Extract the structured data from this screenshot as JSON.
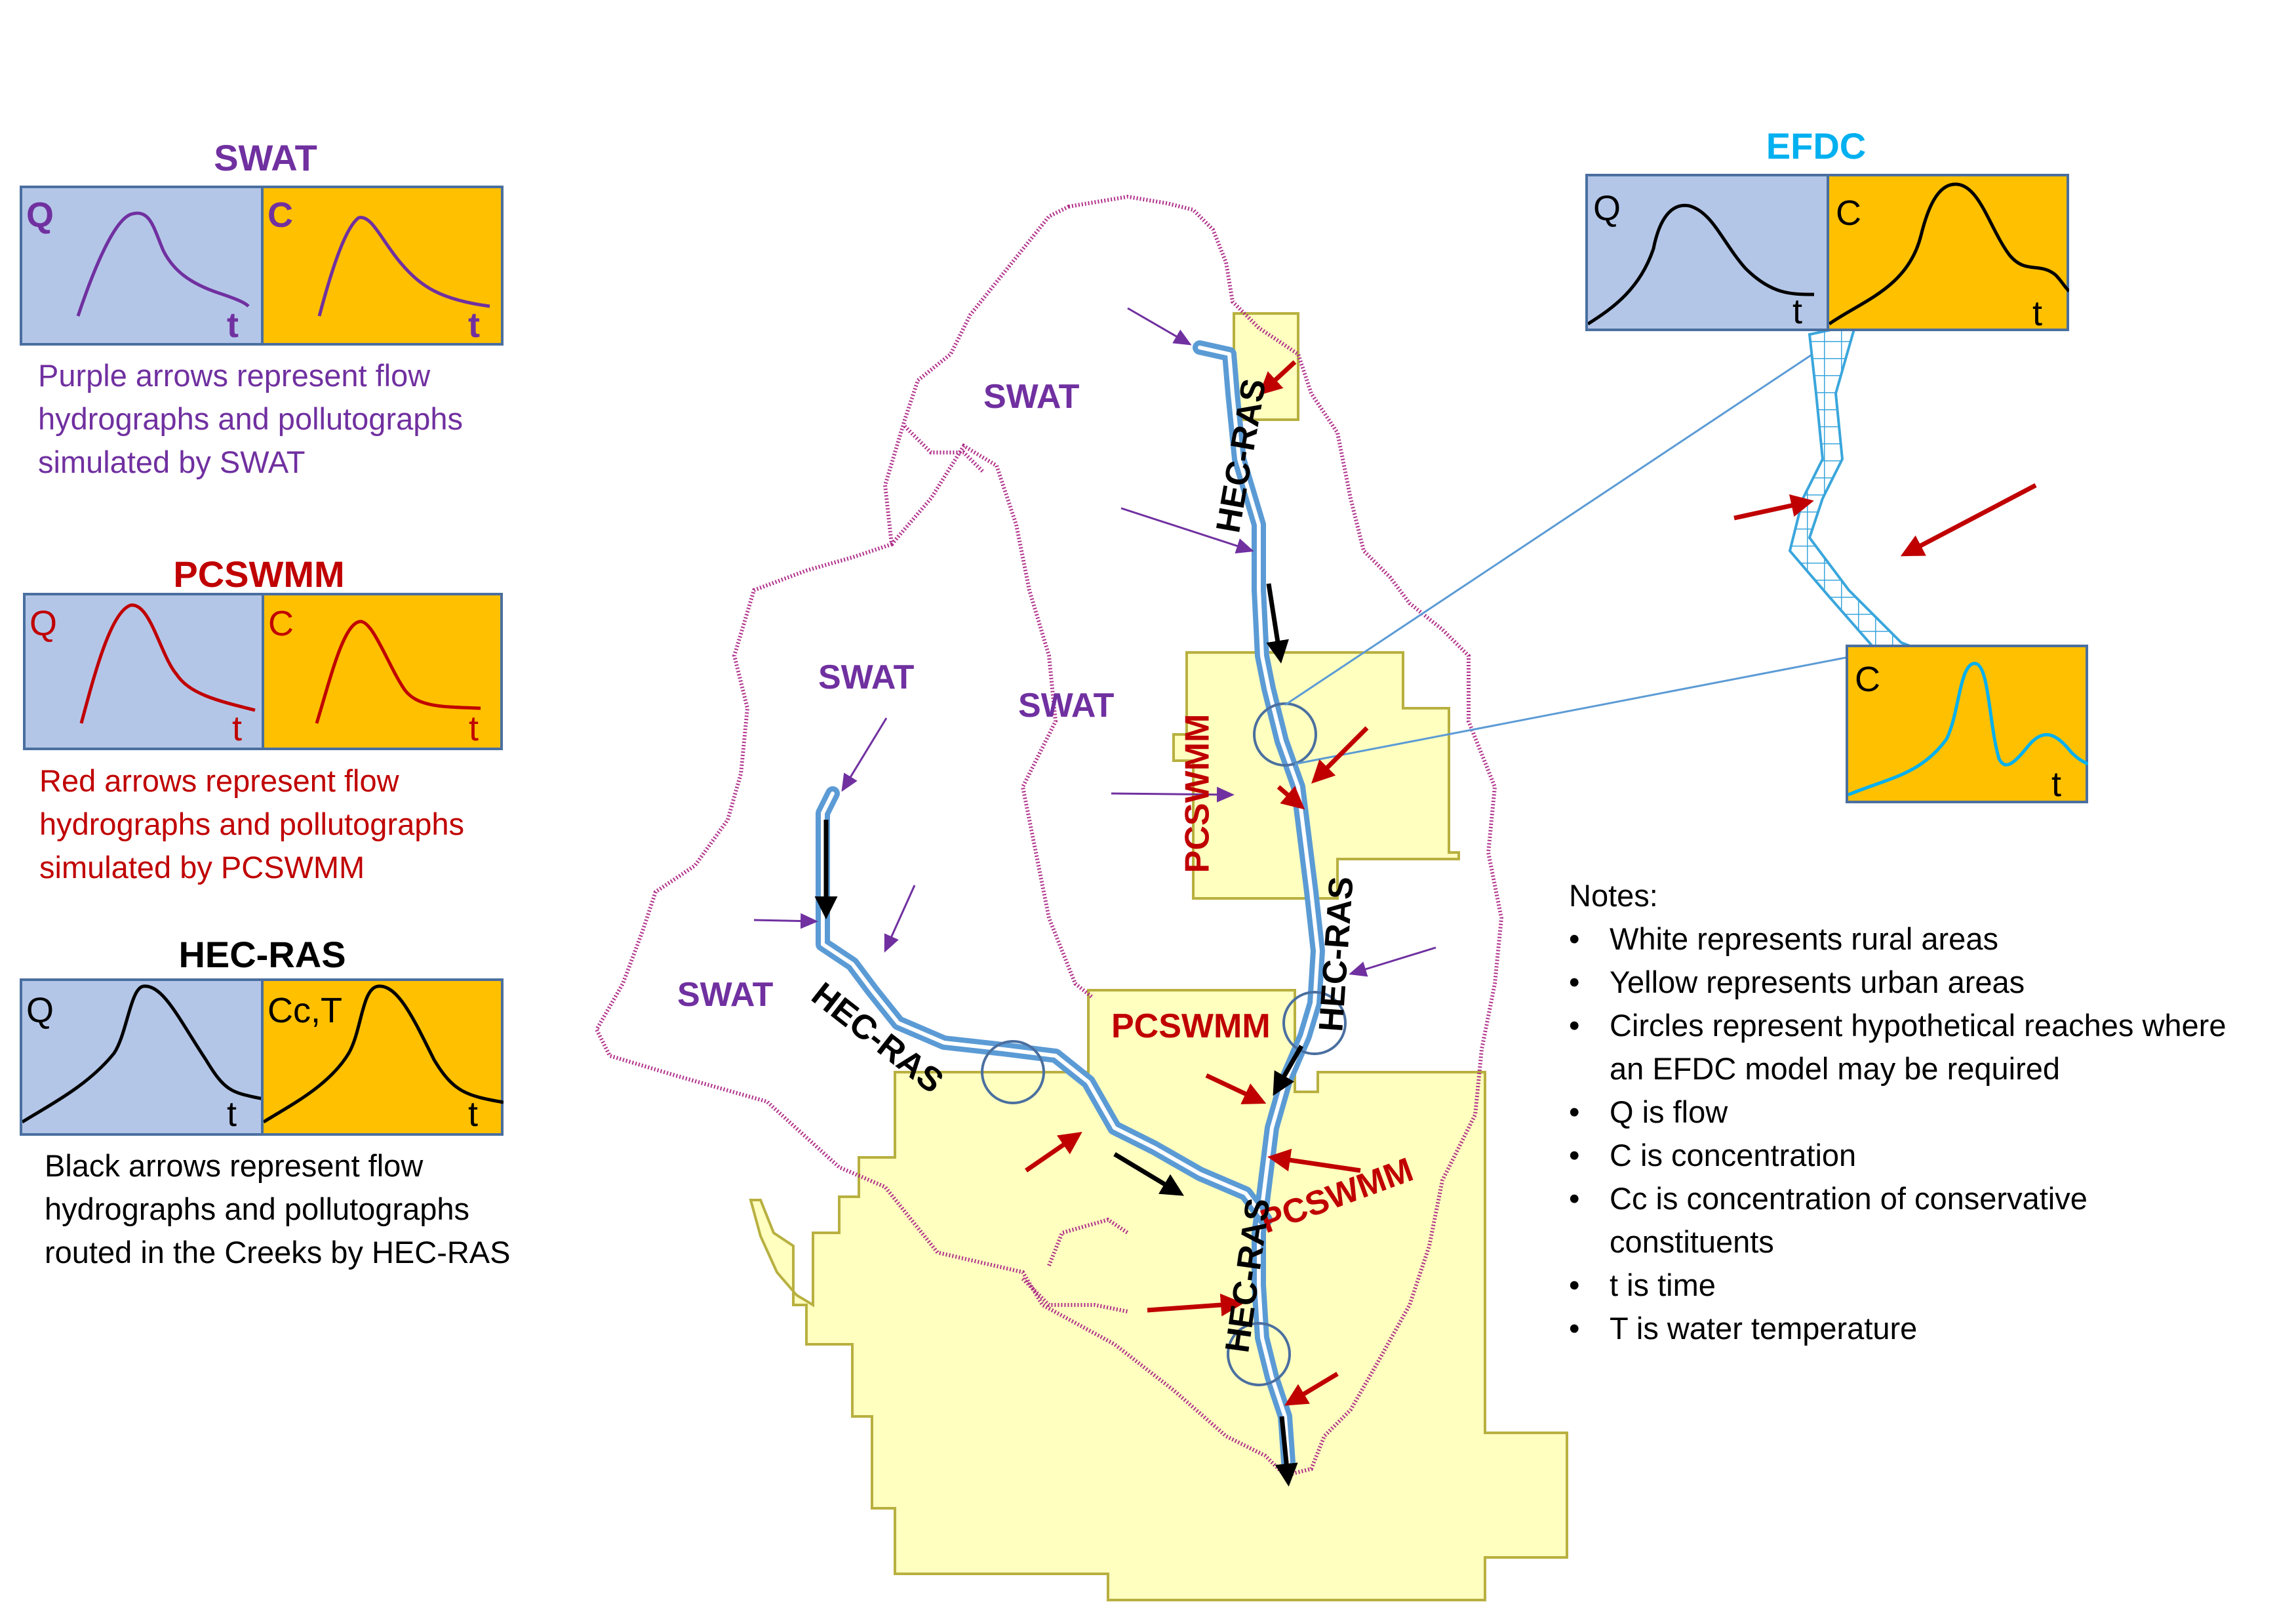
{
  "legend": {
    "swat": {
      "title": "SWAT",
      "q_label": "Q",
      "c_label": "C",
      "t_label": "t",
      "caption_lines": [
        "Purple arrows represent flow",
        "hydrographs and pollutographs",
        "simulated by SWAT"
      ]
    },
    "pcswmm": {
      "title": "PCSWMM",
      "q_label": "Q",
      "c_label": "C",
      "t_label": "t",
      "caption_lines": [
        "Red arrows represent flow",
        "hydrographs and pollutographs",
        "simulated by PCSWMM"
      ]
    },
    "hecras": {
      "title": "HEC-RAS",
      "q_label": "Q",
      "c_label": "Cc,T",
      "t_label": "t",
      "caption_lines": [
        "Black arrows represent flow",
        "hydrographs and pollutographs",
        "routed in the Creeks by HEC-RAS"
      ]
    }
  },
  "efdc": {
    "title": "EFDC",
    "q_label": "Q",
    "c_label": "C",
    "t_label": "t",
    "out_c_label": "C",
    "out_t_label": "t"
  },
  "map": {
    "swat_labels": [
      "SWAT",
      "SWAT",
      "SWAT",
      "SWAT"
    ],
    "pcswmm_labels": [
      "PCSWMM",
      "PCSWMM",
      "PCSWMM"
    ],
    "hecras_labels": [
      "HEC-RAS",
      "HEC-RAS",
      "HEC-RAS",
      "HEC-RAS"
    ]
  },
  "notes": {
    "heading": "Notes:",
    "items": [
      [
        "White represents rural areas"
      ],
      [
        "Yellow represents urban areas"
      ],
      [
        "Circles represent hypothetical reaches where",
        "an EFDC model may be required"
      ],
      [
        "Q is flow"
      ],
      [
        "C is concentration"
      ],
      [
        "Cc is concentration of conservative",
        "constituents"
      ],
      [
        "t is time"
      ],
      [
        "T is water temperature"
      ]
    ]
  },
  "colors": {
    "swat_purple": "#7030a0",
    "pcswmm_red": "#c00000",
    "hecras_black": "#000000",
    "efdc_cyan": "#00b0f0",
    "panel_blue": "#b4c6e7",
    "panel_gold": "#ffc000",
    "urban_yellow": "#ffffc0",
    "boundary_magenta": "#b0308a",
    "creek_blue": "#5b9bd5"
  }
}
